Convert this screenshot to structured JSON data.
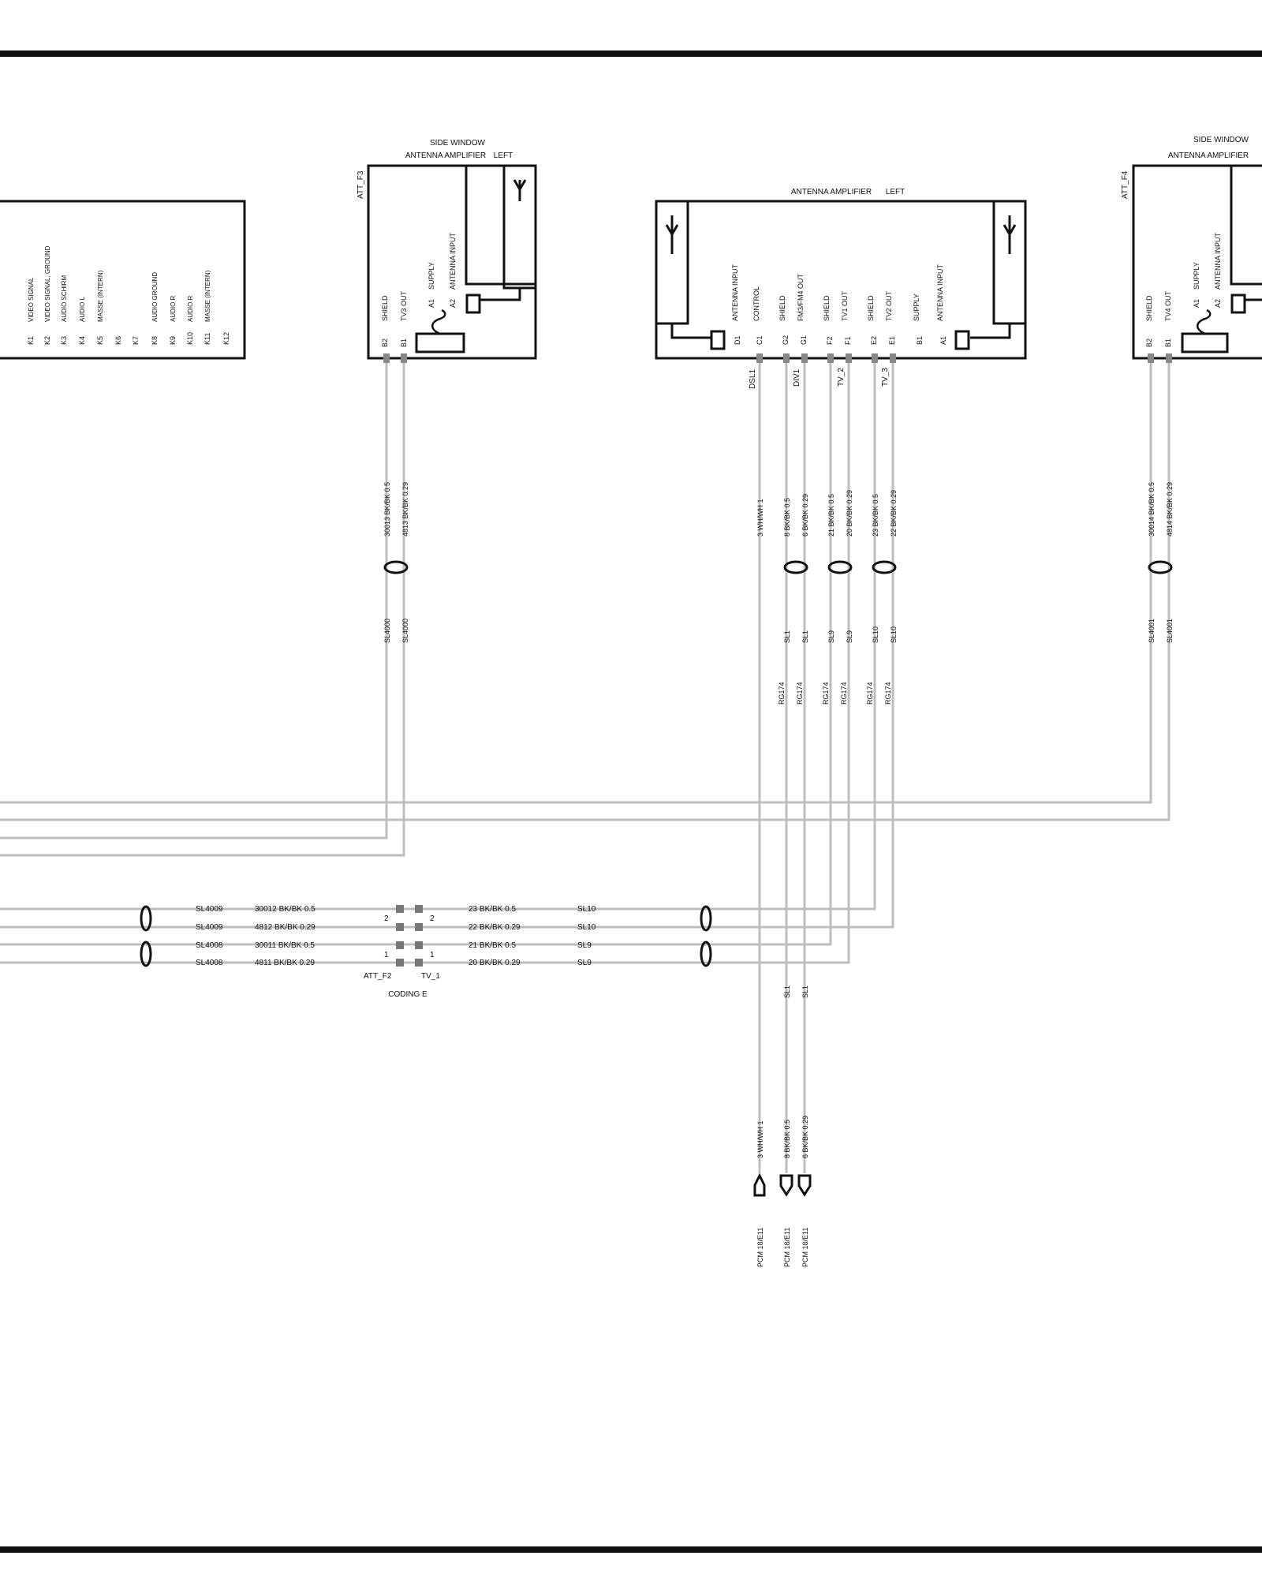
{
  "att_f3": {
    "id": "ATT_F3",
    "title1": "SIDE WINDOW",
    "title2": "ANTENNA AMPLIFIER",
    "side": "LEFT",
    "pins": [
      {
        "label": "SHIELD",
        "num": "B2"
      },
      {
        "label": "TV3 OUT",
        "num": "B1"
      },
      {
        "label": "SUPPLY",
        "num": "A1"
      },
      {
        "label": "ANTENNA INPUT",
        "num": "A2"
      }
    ]
  },
  "att_f4": {
    "id": "ATT_F4",
    "title1": "SIDE WINDOW",
    "title2": "ANTENNA AMPLIFIER",
    "pins": [
      {
        "label": "SHIELD",
        "num": "B2"
      },
      {
        "label": "TV4 OUT",
        "num": "B1"
      },
      {
        "label": "SUPPLY",
        "num": "A1"
      },
      {
        "label": "ANTENNA INPUT",
        "num": "A2"
      }
    ]
  },
  "aa_left": {
    "title": "ANTENNA AMPLIFIER",
    "side": "LEFT",
    "pins": [
      {
        "label": "ANTENNA INPUT",
        "num": "D1"
      },
      {
        "label": "CONTROL",
        "num": "C1"
      },
      {
        "label": "SHIELD",
        "num": "G2"
      },
      {
        "label": "FM3/FM4 OUT",
        "num": "G1"
      },
      {
        "label": "SHIELD",
        "num": "F2"
      },
      {
        "label": "TV1 OUT",
        "num": "F1"
      },
      {
        "label": "SHIELD",
        "num": "E2"
      },
      {
        "label": "TV2 OUT",
        "num": "E1"
      },
      {
        "label": "SUPPLY",
        "num": "B1"
      },
      {
        "label": "ANTENNA INPUT",
        "num": "A1"
      }
    ],
    "sig_labels": [
      "DSL1",
      "DIV1",
      "TV_2",
      "TV_3"
    ]
  },
  "left_connector": {
    "pins": [
      {
        "num": "K1",
        "label": "VIDEO SIGNAL"
      },
      {
        "num": "K2",
        "label": "VIDEO SIGNAL, GROUND"
      },
      {
        "num": "K3",
        "label": "AUDIO SCHIRM"
      },
      {
        "num": "K4",
        "label": "AUDIO L"
      },
      {
        "num": "K5",
        "label": "MASSE (INTERN)"
      },
      {
        "num": "K6",
        "label": ""
      },
      {
        "num": "K7",
        "label": ""
      },
      {
        "num": "K8",
        "label": "AUDIO GROUND"
      },
      {
        "num": "K9",
        "label": "AUDIO R"
      },
      {
        "num": "K10",
        "label": "AUDIO R"
      },
      {
        "num": "K11",
        "label": "MASSE (INTERN)"
      },
      {
        "num": "K12",
        "label": ""
      }
    ]
  },
  "wires": {
    "att_f3": [
      {
        "wire": "30013 BK/BK 0.5",
        "shield": "SL4000"
      },
      {
        "wire": "4813 BK/BK 0.29",
        "shield": "SL4000"
      }
    ],
    "att_f4": [
      {
        "wire": "30014 BK/BK 0.5",
        "shield": "SL4001"
      },
      {
        "wire": "4814 BK/BK 0.29",
        "shield": "SL4001"
      }
    ],
    "aa_left": [
      {
        "wire": "3 WH/WH 1",
        "shield": "",
        "cable": ""
      },
      {
        "wire": "8 BK/BK 0.5",
        "shield": "SL1",
        "cable": "RG174"
      },
      {
        "wire": "6 BK/BK 0.29",
        "shield": "SL1",
        "cable": "RG174"
      },
      {
        "wire": "21 BK/BK 0.5",
        "shield": "SL9",
        "cable": "RG174"
      },
      {
        "wire": "20 BK/BK 0.29",
        "shield": "SL9",
        "cable": "RG174"
      },
      {
        "wire": "23 BK/BK 0.5",
        "shield": "SL10",
        "cable": "RG174"
      },
      {
        "wire": "22 BK/BK 0.29",
        "shield": "SL10",
        "cable": "RG174"
      }
    ]
  },
  "coding": {
    "left_rows": [
      {
        "shield": "SL4009",
        "wire": "30012 BK/BK 0.5"
      },
      {
        "shield": "SL4009",
        "wire": "4812 BK/BK 0.29"
      },
      {
        "shield": "SL4008",
        "wire": "30011 BK/BK 0.5"
      },
      {
        "shield": "SL4008",
        "wire": "4811 BK/BK 0.29"
      }
    ],
    "right_rows": [
      {
        "wire": "23 BK/BK 0.5",
        "shield": "SL10"
      },
      {
        "wire": "22 BK/BK 0.29",
        "shield": "SL10"
      },
      {
        "wire": "21 BK/BK 0.5",
        "shield": "SL9"
      },
      {
        "wire": "20 BK/BK 0.29",
        "shield": "SL9"
      }
    ],
    "left_nums": [
      "2",
      "1"
    ],
    "right_nums": [
      "2",
      "1"
    ],
    "left_name": "ATT_F2",
    "right_name": "TV_1",
    "caption": "CODING E"
  },
  "pcm": {
    "shields": [
      "SL1",
      "SL1"
    ],
    "wires": [
      "3 WH/WH 1",
      "8 BK/BK 0.5",
      "6 BK/BK 0.29"
    ],
    "refs": [
      "PCM 18/E11",
      "PCM 18/E11",
      "PCM 18/E11"
    ]
  },
  "colors": {
    "line": "#111111",
    "wire": "#bdbdbd",
    "pin": "#888888"
  }
}
